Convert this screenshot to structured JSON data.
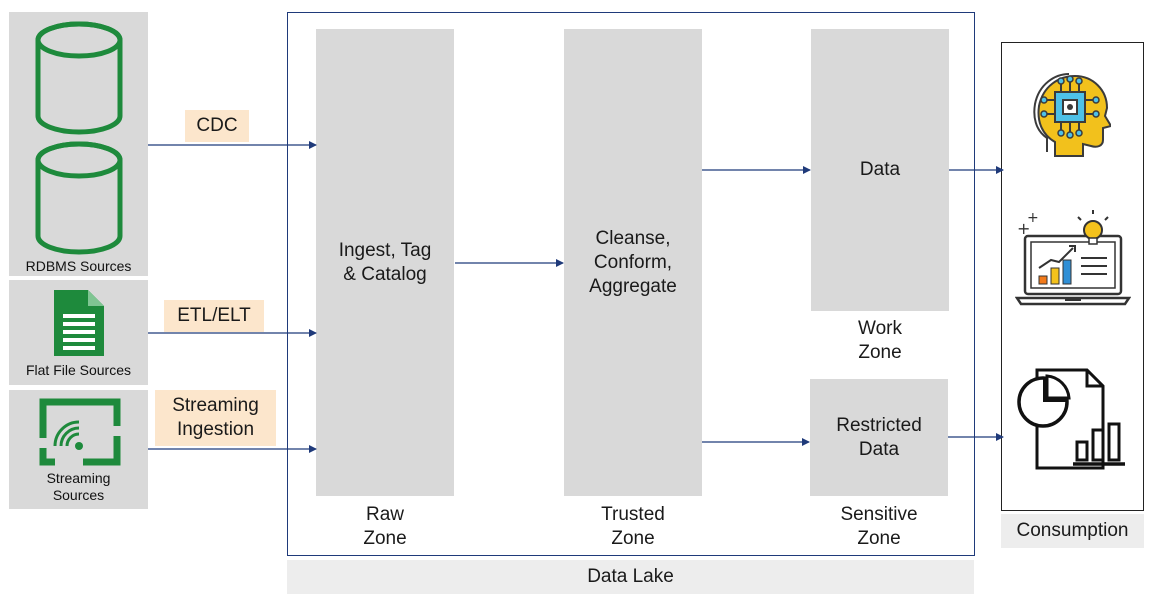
{
  "sources": {
    "rdbms_label": "RDBMS Sources",
    "flatfile_label": "Flat File Sources",
    "streaming_label": "Streaming\nSources"
  },
  "ingestion": {
    "cdc": "CDC",
    "etl": "ETL/ELT",
    "streaming": "Streaming\nIngestion"
  },
  "lake": {
    "raw_box": "Ingest, Tag\n& Catalog",
    "raw_label": "Raw\nZone",
    "trusted_box": "Cleanse,\nConform,\nAggregate",
    "trusted_label": "Trusted\nZone",
    "work_box": "Data",
    "work_label": "Work\nZone",
    "sensitive_box": "Restricted\nData",
    "sensitive_label": "Sensitive\nZone",
    "caption": "Data Lake"
  },
  "consumption": {
    "caption": "Consumption",
    "icons": [
      "ai-head-icon",
      "analytics-laptop-icon",
      "report-document-icon"
    ]
  },
  "colors": {
    "database_green": "#1e8a3c",
    "arrow_navy": "#1f3a7a",
    "tag_peach": "#fce6cc",
    "zone_gray": "#d9d9d9"
  }
}
